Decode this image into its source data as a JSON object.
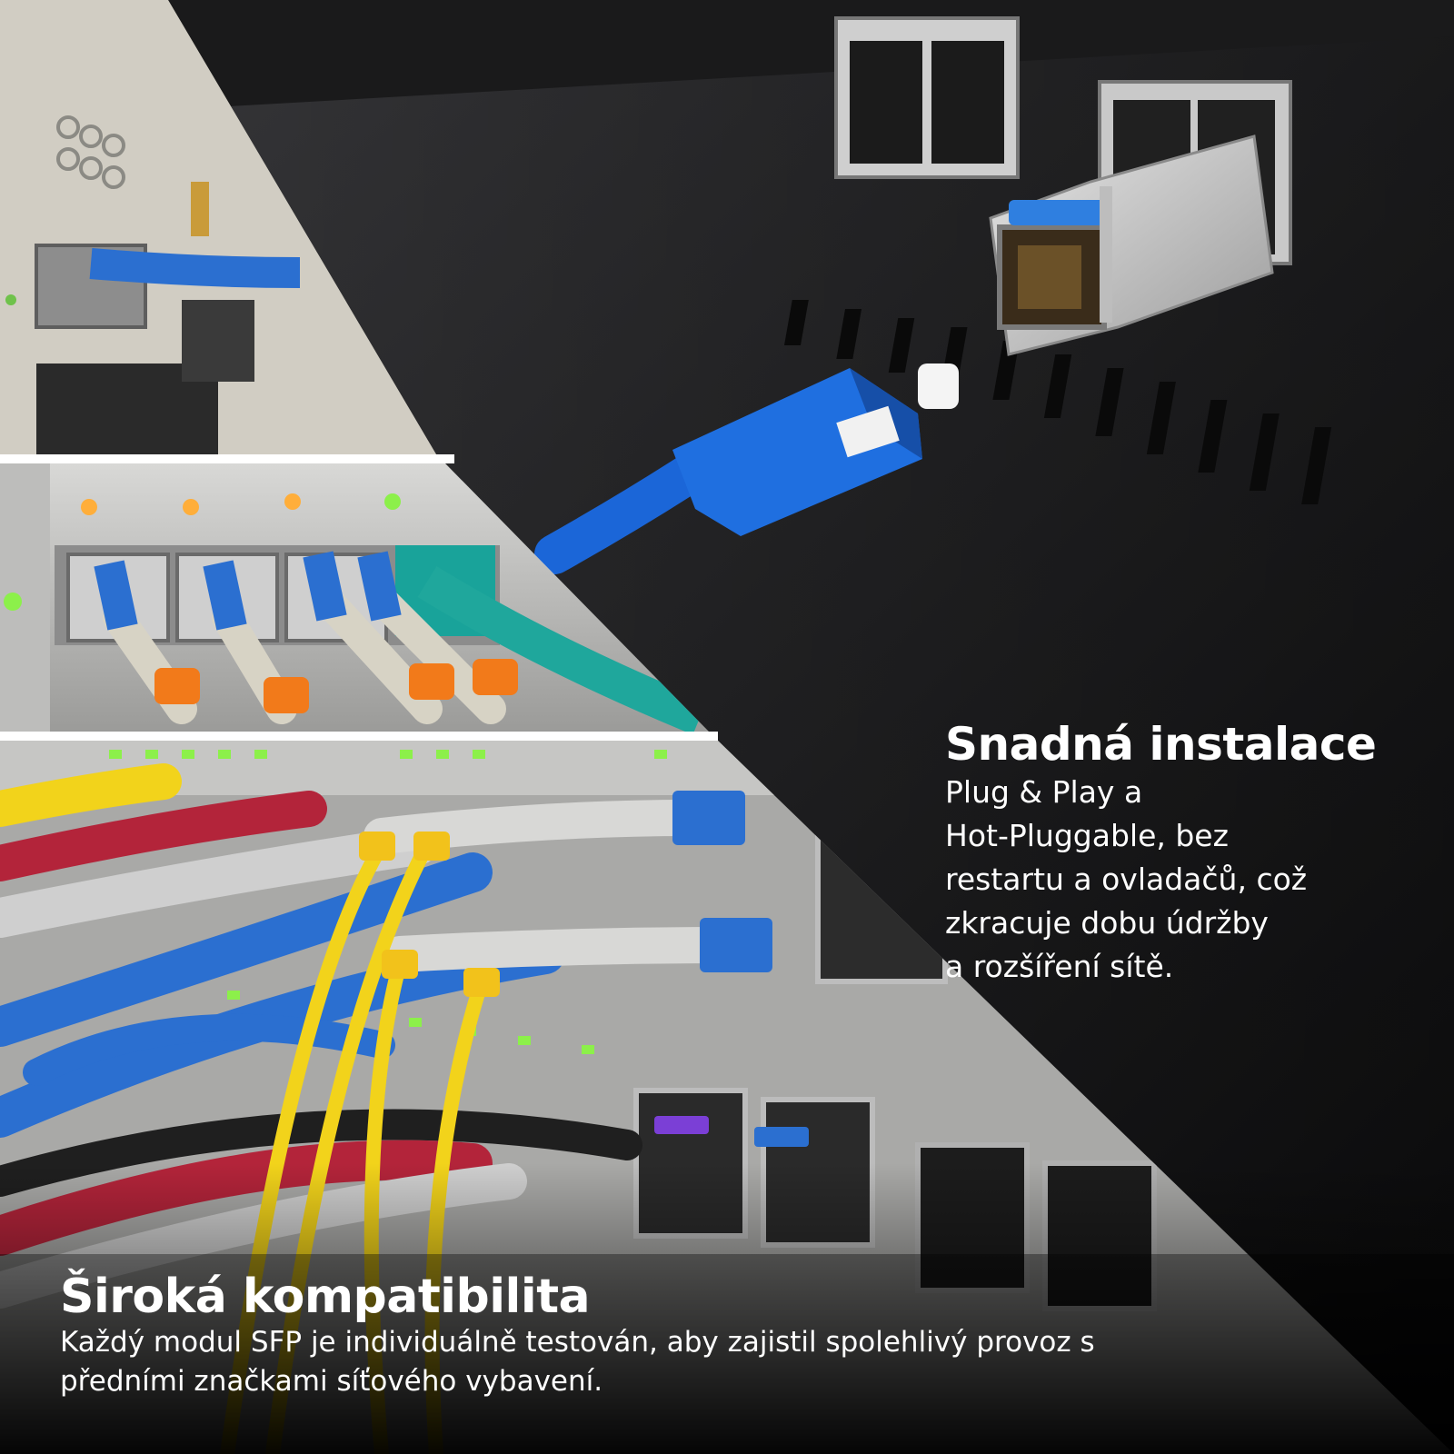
{
  "install": {
    "title": "Snadná instalace",
    "lines": [
      "Plug & Play a",
      "Hot-Pluggable, bez",
      "restartu a ovladačů, což",
      "zkracuje dobu údržby",
      "a rozšíření sítě."
    ]
  },
  "compatibility": {
    "title": "Široká kompatibilita",
    "lines": [
      "Každý modul SFP je individuálně testován, aby zajistil spolehlivý provoz s",
      "předními značkami síťového vybavení."
    ]
  },
  "colors": {
    "background": "#0d0d0d",
    "switch_housing": "#2a2a2c",
    "connector_blue": "#1f6fe0",
    "fiber_yellow": "#f2d31b",
    "fiber_aqua": "#19a39a",
    "boot_orange": "#f27a1a",
    "cable_red": "#b3243a",
    "led_green": "#8cf04a",
    "led_amber": "#ffae3a",
    "text": "#ffffff"
  },
  "icons": [
    "sfp-module-icon",
    "sc-connector-icon",
    "led-indicator-icon"
  ]
}
